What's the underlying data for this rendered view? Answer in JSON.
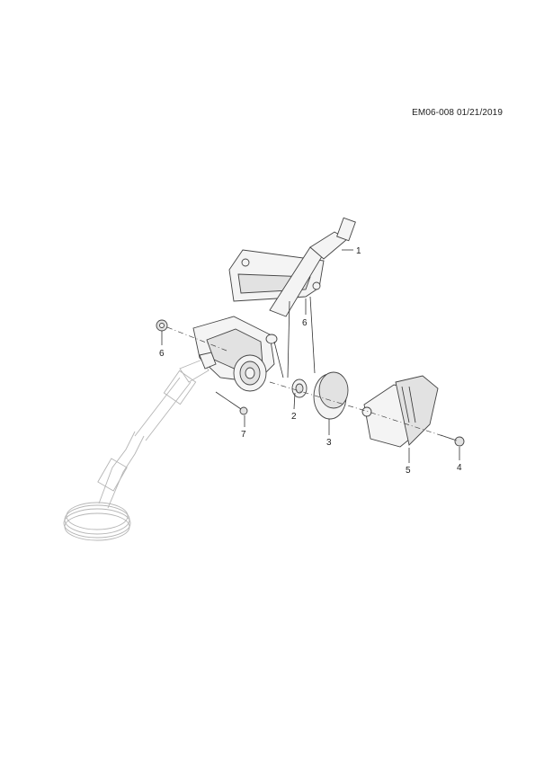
{
  "document": {
    "id": "EM06-008 01/21/2019"
  },
  "callouts": [
    "1",
    "2",
    "3",
    "4",
    "5",
    "6",
    "6",
    "7"
  ]
}
